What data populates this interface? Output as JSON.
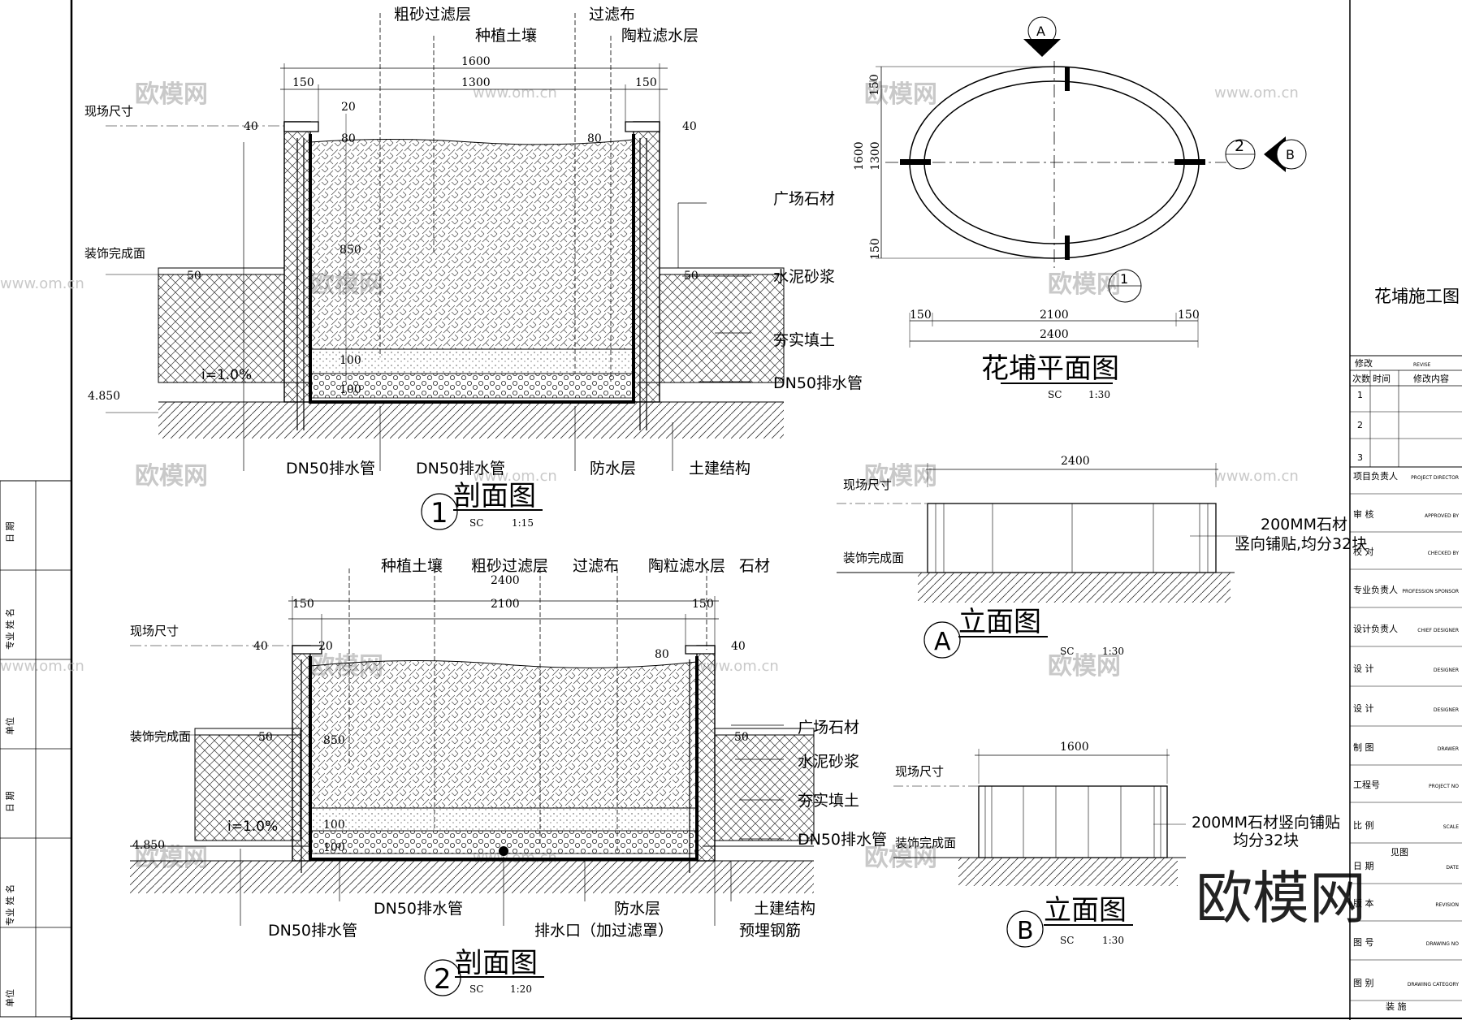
{
  "section1": {
    "title": "剖面图",
    "num": "1",
    "scale_sc": "SC",
    "scale": "1:15",
    "dims": {
      "total": "1600",
      "inner": "1300",
      "side": "150",
      "top20": "20",
      "h40": "40",
      "h80": "80",
      "h850": "850",
      "h50": "50",
      "h100": "100"
    },
    "labels": {
      "coarse_sand": "粗砂过滤层",
      "filter_cloth": "过滤布",
      "soil": "种植土壤",
      "ceramsite": "陶粒滤水层",
      "site_size": "现场尺寸",
      "finish_surface": "装饰完成面",
      "plaza_stone": "广场石材",
      "mortar": "水泥砂浆",
      "fill": "夯实填土",
      "pipe": "DN50排水管",
      "slope": "i=1.0%",
      "elev": "4.850",
      "pipe_bottom1": "DN50排水管",
      "pipe_bottom2": "DN50排水管",
      "waterproof": "防水层",
      "structure": "土建结构"
    }
  },
  "section2": {
    "title": "剖面图",
    "num": "2",
    "scale_sc": "SC",
    "scale": "1:20",
    "dims": {
      "total": "2400",
      "inner": "2100",
      "side": "150",
      "top20": "20",
      "h40": "40",
      "h80": "80",
      "h850": "850",
      "h50": "50",
      "h100": "100"
    },
    "labels": {
      "soil": "种植土壤",
      "coarse_sand": "粗砂过滤层",
      "filter_cloth": "过滤布",
      "ceramsite": "陶粒滤水层",
      "stone": "石材",
      "site_size": "现场尺寸",
      "finish_surface": "装饰完成面",
      "plaza_stone": "广场石材",
      "mortar": "水泥砂浆",
      "fill": "夯实填土",
      "pipe": "DN50排水管",
      "slope": "i=1.0%",
      "elev": "4.850",
      "pipe_bottom1": "DN50排水管",
      "pipe_bottom2": "DN50排水管",
      "outlet": "排水口（加过滤罩）",
      "waterproof": "防水层",
      "rebar": "预埋钢筋",
      "structure": "土建结构"
    }
  },
  "plan": {
    "title": "花埔平面图",
    "scale_sc": "SC",
    "scale": "1:30",
    "dims": {
      "w_total": "2400",
      "w_inner": "2100",
      "w_side": "150",
      "h_total": "1600",
      "h_inner": "1300",
      "h_side": "150"
    },
    "markers": {
      "a": "A",
      "b": "B",
      "two": "2",
      "one": "1"
    }
  },
  "elevA": {
    "title": "立面图",
    "letter": "A",
    "scale_sc": "SC",
    "scale": "1:30",
    "width": "2400",
    "site_size": "现场尺寸",
    "finish_surface": "装饰完成面",
    "note1": "200MM石材",
    "note2": "竖向铺贴,均分32块"
  },
  "elevB": {
    "title": "立面图",
    "letter": "B",
    "scale_sc": "SC",
    "scale": "1:30",
    "width": "1600",
    "site_size": "现场尺寸",
    "finish_surface": "装饰完成面",
    "note1": "200MM石材竖向铺贴",
    "note2": "均分32块"
  },
  "title_block": {
    "project": "花埔施工图",
    "revise": "修改",
    "revise_en": "REVISE",
    "col_times": "次数",
    "col_time": "时间",
    "col_content": "修改内容",
    "rows": [
      "1",
      "2",
      "3"
    ],
    "roles": [
      {
        "cn": "项目负责人",
        "en": "PROJECT DIRECTOR"
      },
      {
        "cn": "审    核",
        "en": "APPROVED BY"
      },
      {
        "cn": "校    对",
        "en": "CHECKED BY"
      },
      {
        "cn": "专业负责人",
        "en": "PROFESSION SPONSOR"
      },
      {
        "cn": "设计负责人",
        "en": "CHIEF DESIGNER"
      },
      {
        "cn": "设    计",
        "en": "DESIGNER"
      },
      {
        "cn": "设    计",
        "en": "DESIGNER"
      },
      {
        "cn": "制    图",
        "en": "DRAWER"
      },
      {
        "cn": "工程号",
        "en": "PROJECT NO"
      },
      {
        "cn": "比    例",
        "en": "SCALE"
      },
      {
        "cn": "日    期",
        "en": "DATE"
      },
      {
        "cn": "版    本",
        "en": "REVISION"
      },
      {
        "cn": "图    号",
        "en": "DRAWING NO"
      },
      {
        "cn": "图    别",
        "en": "DRAWING CATEGORY"
      }
    ],
    "scale_value": "见图",
    "category_value": "装    施"
  },
  "sign_block": {
    "date": "日    期",
    "name": "专业  姓  名",
    "unit": "单位"
  },
  "watermark": {
    "logo": "欧模网",
    "url": "www.om.cn",
    "brand": "欧模网"
  }
}
